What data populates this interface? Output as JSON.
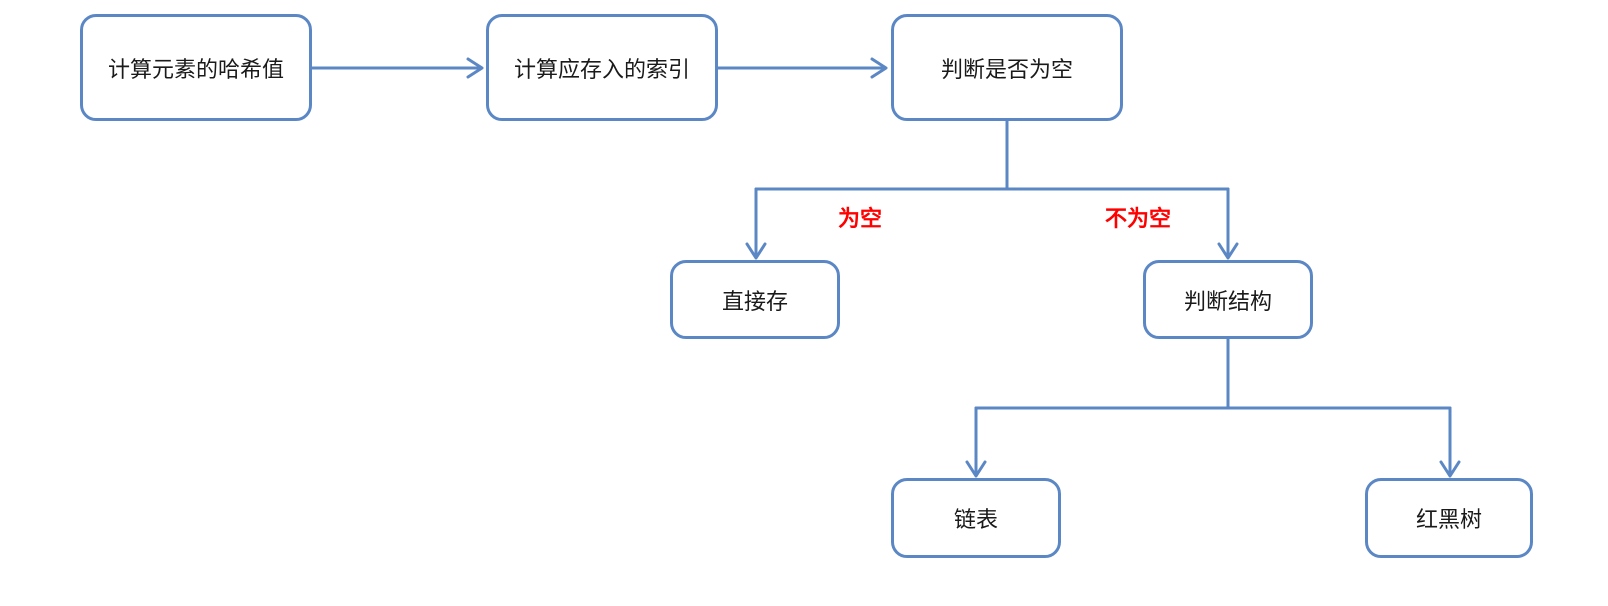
{
  "colors": {
    "node_border": "#5b87c5",
    "connector": "#5b87c5",
    "branch_label": "#ff0000",
    "text": "#1a1a1a"
  },
  "nodes": {
    "compute_hash": "计算元素的哈希值",
    "compute_index": "计算应存入的索引",
    "check_empty": "判断是否为空",
    "store_direct": "直接存",
    "check_structure": "判断结构",
    "linked_list": "链表",
    "red_black_tree": "红黑树"
  },
  "edges": [
    {
      "from": "compute_hash",
      "to": "compute_index"
    },
    {
      "from": "compute_index",
      "to": "check_empty"
    },
    {
      "from": "check_empty",
      "to": "store_direct",
      "label": "为空"
    },
    {
      "from": "check_empty",
      "to": "check_structure",
      "label": "不为空"
    },
    {
      "from": "check_structure",
      "to": "linked_list"
    },
    {
      "from": "check_structure",
      "to": "red_black_tree"
    }
  ],
  "labels": {
    "empty": "为空",
    "not_empty": "不为空"
  }
}
